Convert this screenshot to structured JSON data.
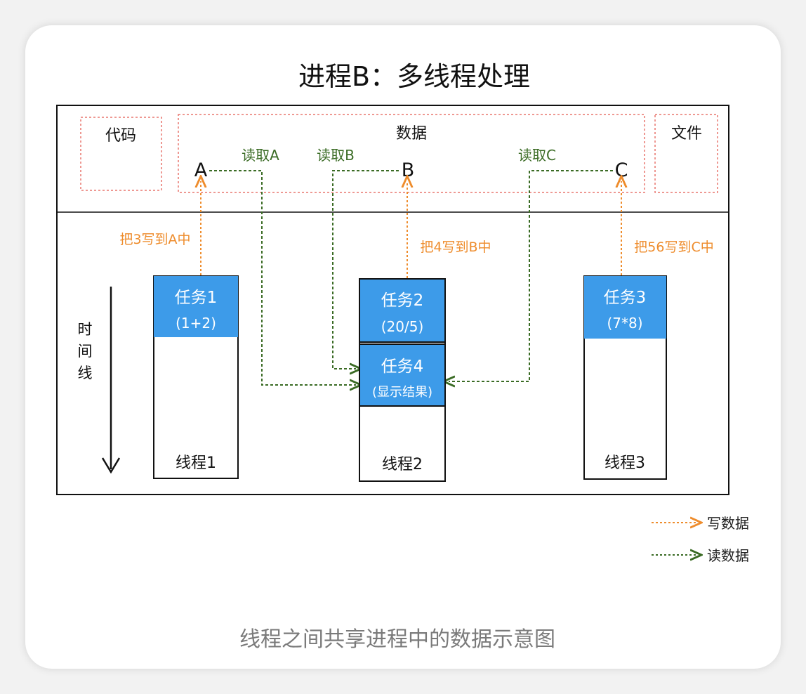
{
  "title": "进程B：多线程处理",
  "caption": "线程之间共享进程中的数据示意图",
  "memory": {
    "code_label": "代码",
    "data_label": "数据",
    "file_label": "文件",
    "var_a": "A",
    "var_b": "B",
    "var_c": "C"
  },
  "reads": {
    "a": "读取A",
    "b": "读取B",
    "c": "读取C"
  },
  "writes": {
    "t1": "把3写到A中",
    "t2": "把4写到B中",
    "t3": "把56写到C中"
  },
  "timeline_label": [
    "时",
    "间",
    "线"
  ],
  "threads": [
    {
      "task_title": "任务1",
      "task_expr": "(1+2)",
      "thread_label": "线程1"
    },
    {
      "task_title": "任务2",
      "task_expr": "(20/5)",
      "thread_label": "线程2"
    },
    {
      "task_title": "任务3",
      "task_expr": "(7*8)",
      "thread_label": "线程3"
    }
  ],
  "task4": {
    "title": "任务4",
    "expr": "(显示结果)"
  },
  "legend": {
    "write": "写数据",
    "read": "读数据"
  },
  "colors": {
    "task_blue": "#3d9be9",
    "write_orange": "#ee8c2c",
    "read_green": "#3a6b24",
    "dashed_red": "#e8766f"
  }
}
